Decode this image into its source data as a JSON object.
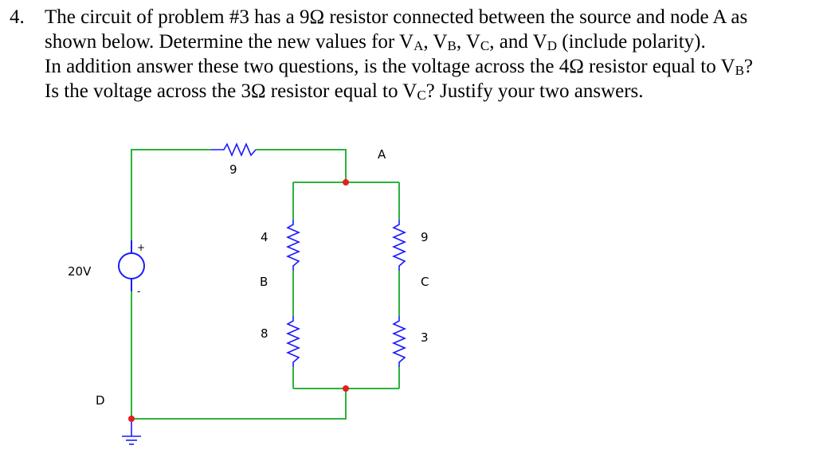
{
  "problem": {
    "number": "4.",
    "line1": "The circuit of problem #3 has a 9Ω resistor connected between the source and node A as",
    "line2_pre": "shown below. Determine the new values for V",
    "line2_sub_a": "A",
    "line2_mid1": ", V",
    "line2_sub_b": "B",
    "line2_mid2": ", V",
    "line2_sub_c": "C",
    "line2_mid3": ", and V",
    "line2_sub_d": "D",
    "line2_post": " (include polarity).",
    "line3_pre": "In addition answer these two questions, is the voltage across the 4Ω resistor equal to V",
    "line3_sub": "B",
    "line3_post": "?",
    "line4_pre": "Is the voltage across the 3Ω resistor equal to V",
    "line4_sub": "C",
    "line4_post": "? Justify your two answers."
  },
  "circuit": {
    "source_label": "20V",
    "source_plus": "+",
    "source_minus": "-",
    "series_resistor": "9",
    "node_a": "A",
    "node_b": "B",
    "node_c": "C",
    "node_d": "D",
    "r_left_top": "4",
    "r_left_bottom": "8",
    "r_right_top": "9",
    "r_right_bottom": "3"
  }
}
